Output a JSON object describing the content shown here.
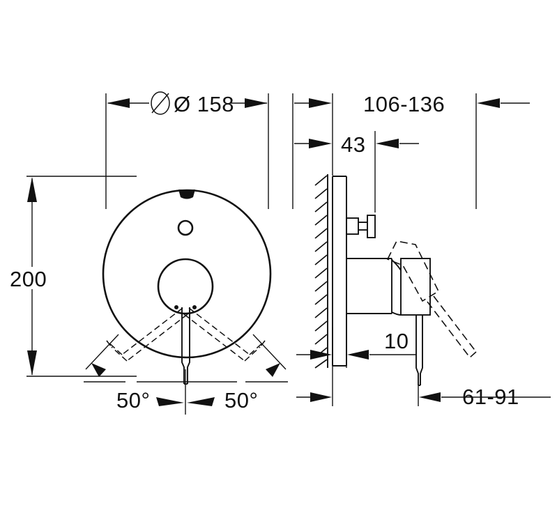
{
  "drawing": {
    "title": "Concealed shower mixer trim dimension drawing",
    "type": "technical-dimension-drawing",
    "line_color": "#111111",
    "background_color": "#ffffff",
    "views": [
      {
        "id": "front-view",
        "name": "Front elevation of round faceplate"
      },
      {
        "id": "side-view",
        "name": "Side section through wall with valve body and lever"
      }
    ]
  },
  "dimensions": {
    "diameter_faceplate": {
      "label": "Ø 158",
      "name": "faceplate-diameter",
      "orientation": "horizontal",
      "view": "front-view"
    },
    "height_overall": {
      "label": "200",
      "name": "faceplate-height",
      "orientation": "vertical",
      "view": "front-view"
    },
    "angle_left": {
      "label": "50°",
      "name": "lever-swing-angle-left",
      "view": "front-view"
    },
    "angle_right": {
      "label": "50°",
      "name": "lever-swing-angle-right",
      "view": "front-view"
    },
    "wall_depth_range": {
      "label": "106-136",
      "name": "installation-depth-range",
      "orientation": "horizontal",
      "view": "side-view"
    },
    "diverter_projection": {
      "label": "43",
      "name": "diverter-knob-projection",
      "orientation": "horizontal",
      "view": "side-view"
    },
    "faceplate_thickness": {
      "label": "10",
      "name": "faceplate-thickness",
      "orientation": "horizontal",
      "view": "side-view"
    },
    "lever_projection_range": {
      "label": "61-91",
      "name": "lever-projection-range",
      "orientation": "horizontal",
      "view": "side-view"
    }
  },
  "front_view_features": {
    "faceplate_circle": "large-round-escutcheon",
    "diverter_tab": "filled-half-round-tab-top",
    "indicator_ring": "small-open-circle",
    "handle_hub": "medium-open-circle",
    "lever": "vertical-lever-handle-down",
    "lever_dashed_left": "lever-rotated-left-50deg",
    "lever_dashed_right": "lever-rotated-right-50deg"
  },
  "side_view_features": {
    "wall": "hatched-wall-section",
    "faceplate": "thin-vertical-plate",
    "diverter_stem": "small-knob-with-stem",
    "valve_body": "stepped-cylindrical-body",
    "handle_hub": "rectangular-hub-block",
    "lever": "vertical-lever-handle-down",
    "lever_dashed": "lever-rotated-up-dashed"
  }
}
